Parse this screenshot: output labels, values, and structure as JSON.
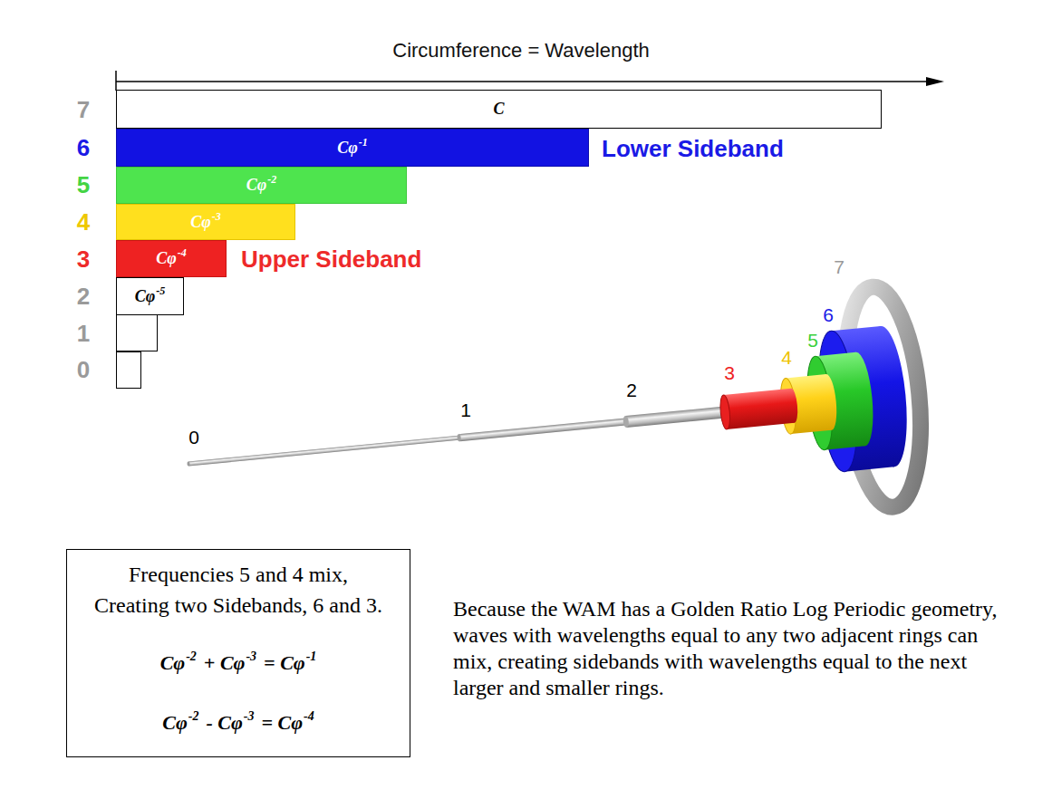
{
  "diagram": {
    "title": "Circumference = Wavelength",
    "nodes": [
      {
        "text": [
          "C"
        ]
      },
      {
        "text": [
          "Cφ",
          "-1"
        ]
      },
      {
        "text": [
          "Cφ",
          "-2"
        ]
      },
      {
        "text": [
          "Cφ",
          "-3"
        ]
      },
      {
        "text": [
          "Cφ",
          "-4"
        ]
      },
      {
        "text": [
          "Cφ",
          "-5"
        ]
      },
      {
        "text": [
          "Frequencies 5 and 4 mix, Creating two Sidebands, 6 and 3.",
          "Cφ",
          "-2",
          "+ Cφ",
          "-3",
          "= Cφ",
          "-1",
          "Cφ",
          "-2",
          "- Cφ",
          "-3",
          "= Cφ",
          "-4"
        ]
      }
    ],
    "labels": [
      "7",
      "6",
      "5",
      "4",
      "3",
      "2",
      "1",
      "0",
      "Lower Sideband",
      "Upper Sideband",
      "0",
      "1",
      "2",
      "3",
      "4",
      "5",
      "6",
      "7",
      "Because the WAM has a Golden Ratio Log Periodic geometry, waves with wavelengths equal to any two adjacent rings can mix, creating sidebands with wavelengths equal to the next larger and smaller rings."
    ]
  }
}
